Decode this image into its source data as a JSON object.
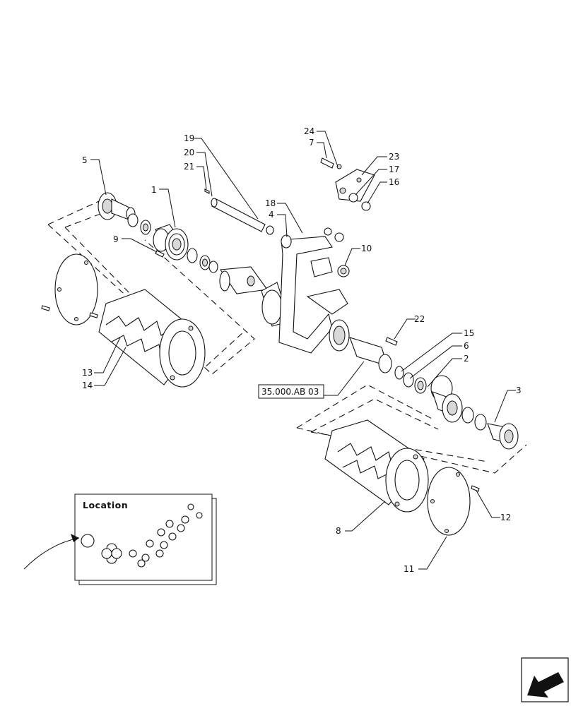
{
  "callouts": [
    {
      "id": "c1",
      "text": "1"
    },
    {
      "id": "c2",
      "text": "2"
    },
    {
      "id": "c3",
      "text": "3"
    },
    {
      "id": "c4",
      "text": "4"
    },
    {
      "id": "c5",
      "text": "5"
    },
    {
      "id": "c6",
      "text": "6"
    },
    {
      "id": "c7",
      "text": "7"
    },
    {
      "id": "c8",
      "text": "8"
    },
    {
      "id": "c9",
      "text": "9"
    },
    {
      "id": "c10",
      "text": "10"
    },
    {
      "id": "c11",
      "text": "11"
    },
    {
      "id": "c12",
      "text": "12"
    },
    {
      "id": "c13",
      "text": "13"
    },
    {
      "id": "c14",
      "text": "14"
    },
    {
      "id": "c15",
      "text": "15"
    },
    {
      "id": "c16",
      "text": "16"
    },
    {
      "id": "c17",
      "text": "17"
    },
    {
      "id": "c18",
      "text": "18"
    },
    {
      "id": "c19",
      "text": "19"
    },
    {
      "id": "c20",
      "text": "20"
    },
    {
      "id": "c21",
      "text": "21"
    },
    {
      "id": "c22",
      "text": "22"
    },
    {
      "id": "c23",
      "text": "23"
    },
    {
      "id": "c24",
      "text": "24"
    }
  ],
  "reference_label": "35.000.AB 03",
  "location_inset": {
    "title": "Location"
  },
  "icons": {
    "navigation": "arrow-left-icon",
    "location_pointer": "curved-arrow-icon"
  }
}
